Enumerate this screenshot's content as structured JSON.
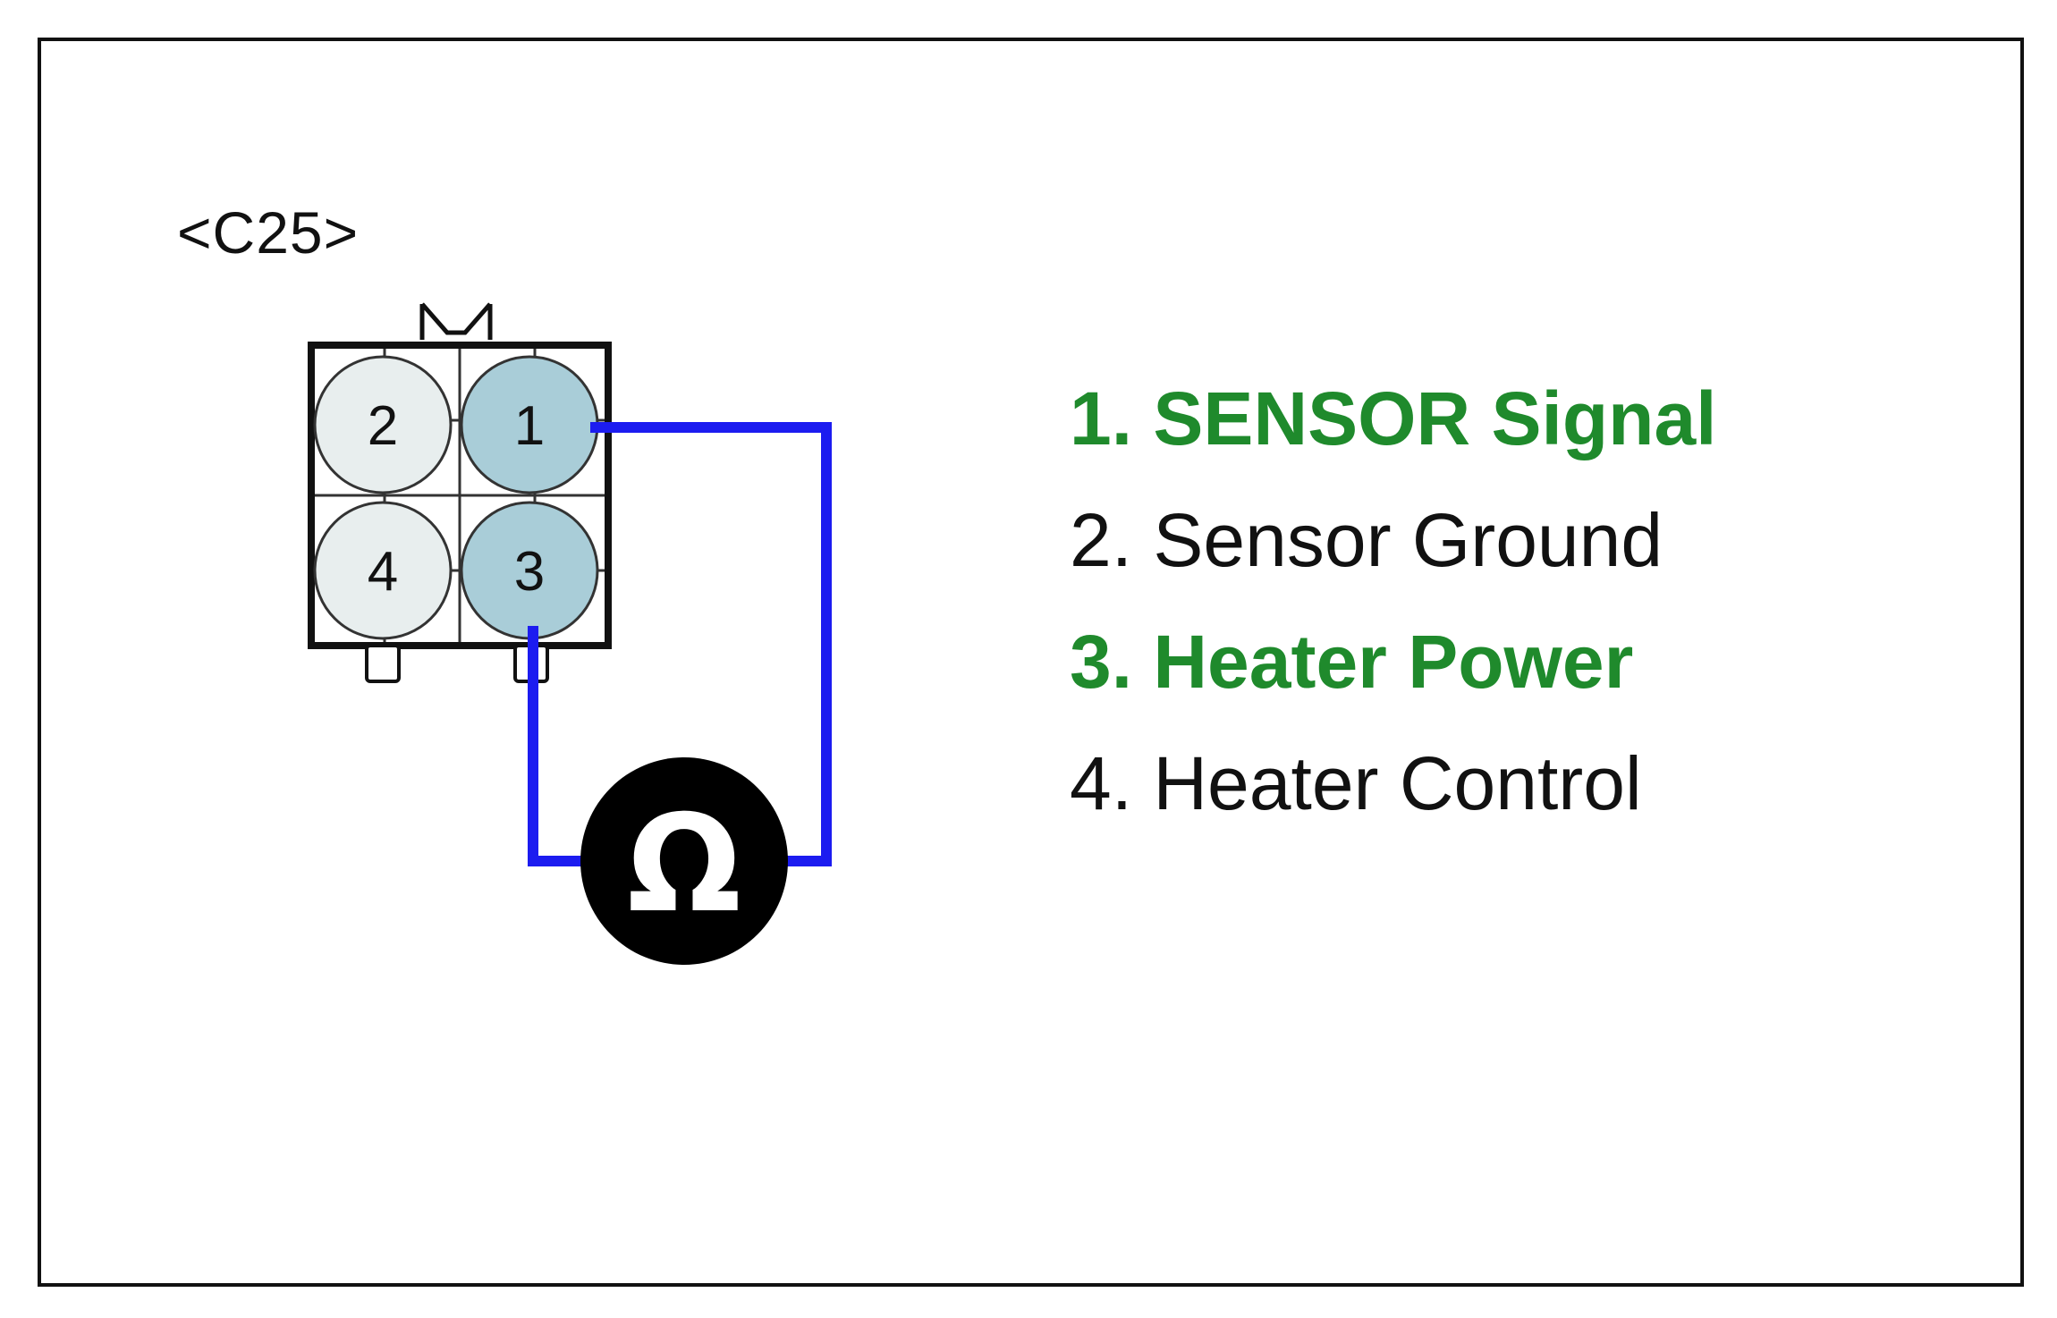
{
  "connector": {
    "label": "<C25>",
    "pins": [
      {
        "number": "2",
        "state": "inactive"
      },
      {
        "number": "1",
        "state": "active"
      },
      {
        "number": "4",
        "state": "inactive"
      },
      {
        "number": "3",
        "state": "active"
      }
    ]
  },
  "meter": {
    "symbol": "Ω",
    "icon": "ohmmeter-icon"
  },
  "legend": [
    {
      "text": "1. SENSOR Signal",
      "highlight": true
    },
    {
      "text": "2. Sensor Ground",
      "highlight": false
    },
    {
      "text": "3. Heater Power",
      "highlight": true
    },
    {
      "text": "4. Heater Control",
      "highlight": false
    }
  ],
  "colors": {
    "highlight": "#1f8a2c",
    "normal": "#111111",
    "wire": "#1c1cf0",
    "pin_active": "#a9cdd8",
    "pin_inactive": "#e8eeee",
    "meter_fill": "#000000"
  }
}
